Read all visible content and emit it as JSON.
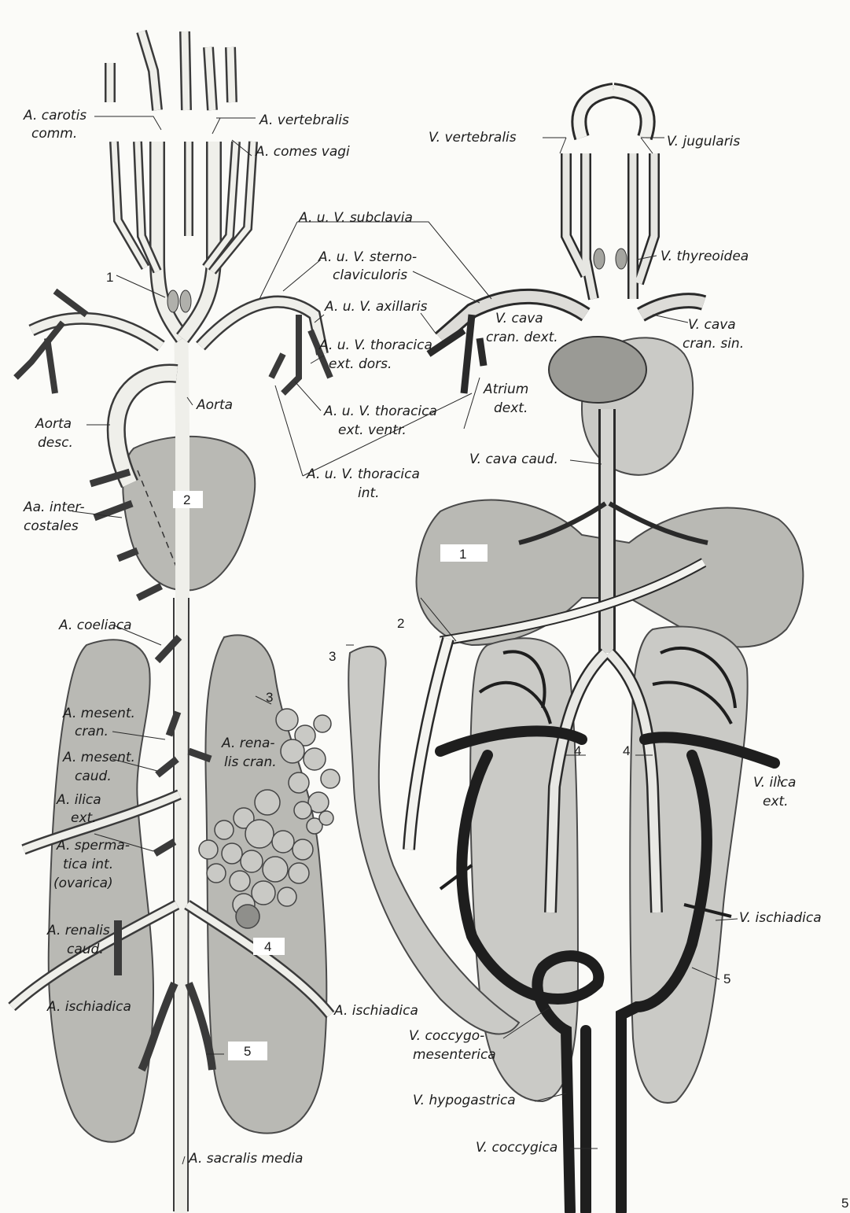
{
  "left_figure": {
    "labels": [
      "A. carotis comm.",
      "A. vertebralis",
      "A. comes vagi",
      "A. u. V. subclavia",
      "A. u. V. sterno-claviculoris",
      "A. u. V. axillaris",
      "A. u. V. thoracica ext. dors.",
      "A. u. V. thoracica ext. ventr.",
      "A. u. V. thoracica int.",
      "Aorta",
      "Aorta desc.",
      "Aa. inter-costales",
      "A. coeliaca",
      "A. mesent. cran.",
      "A. mesent. caud.",
      "A. renalis cran.",
      "A. ilica ext.",
      "A. spermatica int. (ovarica)",
      "A. renalis caud.",
      "A. ischiadica",
      "A. ischiadica",
      "A. sacralis media"
    ],
    "numbers": [
      "1",
      "2",
      "3",
      "4",
      "5"
    ]
  },
  "right_figure": {
    "labels": [
      "V. vertebralis",
      "V. jugularis",
      "V. thyreoidea",
      "V. cava cran. dext.",
      "V. cava cran. sin.",
      "Atrium dext.",
      "V. cava caud.",
      "V. ilica ext.",
      "V. ischiadica",
      "V. coccygo-mesenterica",
      "V. hypogastrica",
      "V. coccygica"
    ],
    "numbers": [
      "1",
      "2",
      "3",
      "4",
      "4",
      "5"
    ]
  },
  "page_number_fragment": "5"
}
